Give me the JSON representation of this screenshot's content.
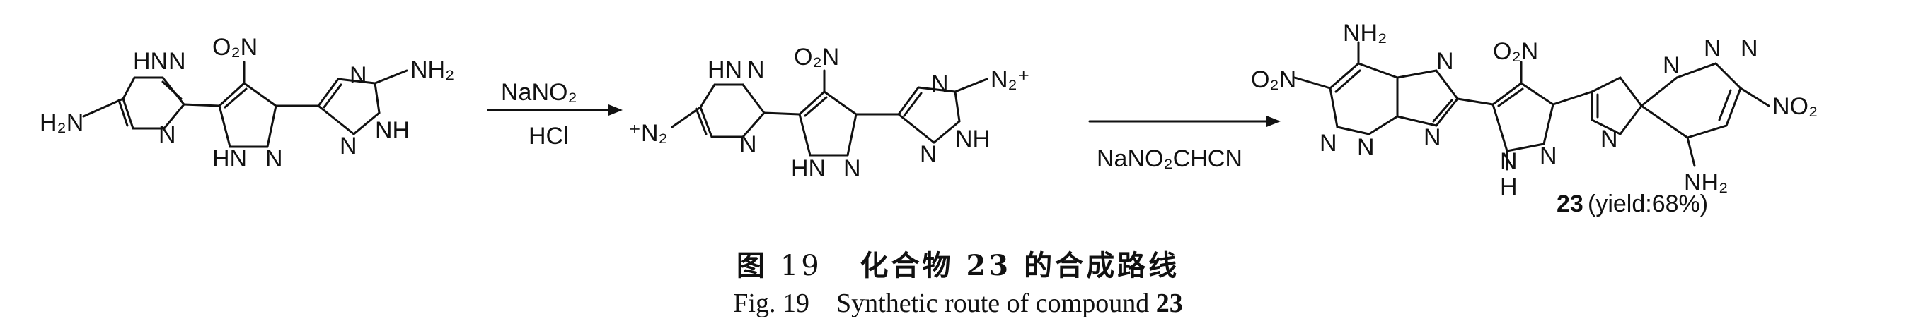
{
  "scheme": {
    "labels": {
      "o2n": "O₂N",
      "nh2": "NH₂",
      "h2n": "H₂N",
      "n2plus_left": "⁺N₂",
      "n2plus_right": "N₂⁺",
      "no2": "NO₂",
      "n": "N",
      "h": "H",
      "hn": "HN",
      "nh": "NH"
    },
    "step1_reagent_top": "NaNO₂",
    "step1_reagent_bottom": "HCl",
    "step2_reagent": "NaNO₂CHCN",
    "product_number": "23",
    "product_yield": "(yield:68%)"
  },
  "caption_zh": {
    "prefix": "图",
    "number": "19",
    "title_a": "化合物",
    "title_num": "23",
    "title_b": "的合成路线"
  },
  "caption_en": {
    "prefix": "Fig. 19",
    "text": "Synthetic route of compound",
    "compound": "23"
  }
}
